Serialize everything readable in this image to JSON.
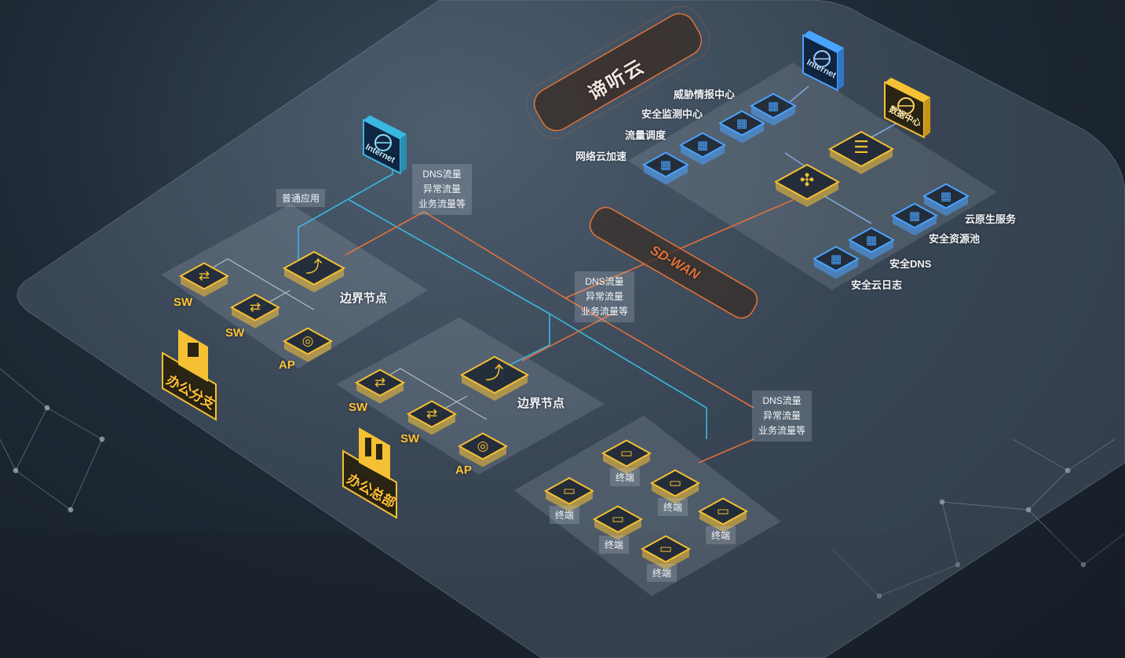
{
  "cloud": {
    "title": "谛听云",
    "internet_label": "Internet",
    "datacenter_label": "数据中心",
    "services_left": [
      "威胁情报中心",
      "安全监测中心",
      "流量调度",
      "网络云加速"
    ],
    "services_right": [
      "云原生服务",
      "安全资源池",
      "安全DNS",
      "安全云日志"
    ]
  },
  "sdwan_label": "SD-WAN",
  "left_internet_label": "Internet",
  "common_app_tag": "普通应用",
  "traffic_boxes": [
    [
      "DNS流量",
      "异常流量",
      "业务流量等"
    ],
    [
      "DNS流量",
      "异常流量",
      "业务流量等"
    ],
    [
      "DNS流量",
      "异常流量",
      "业务流量等"
    ]
  ],
  "branch": {
    "name": "办公分支",
    "sw1": "SW",
    "sw2": "SW",
    "ap": "AP",
    "edge": "边界节点"
  },
  "hq": {
    "name": "办公总部",
    "sw1": "SW",
    "sw2": "SW",
    "ap": "AP",
    "edge": "边界节点"
  },
  "terminals": [
    "终端",
    "终端",
    "终端",
    "终端",
    "终端",
    "终端"
  ],
  "colors": {
    "yellow": "#f5c033",
    "blue": "#4aa3ff",
    "orange": "#e0703a",
    "cyan": "#3ab8e0"
  }
}
